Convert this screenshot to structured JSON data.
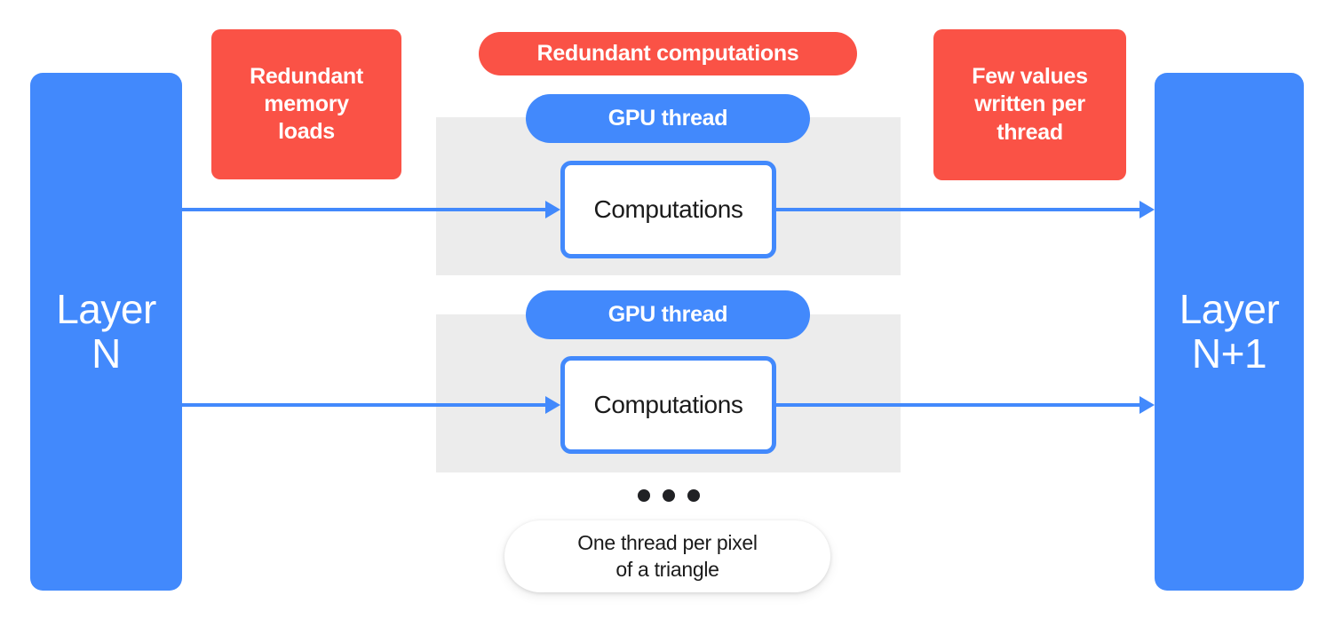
{
  "diagram": {
    "title": "GPU thread redundancy diagram",
    "colors": {
      "blue": "#4289fc",
      "red": "#fa5246",
      "band_gray": "#ececec",
      "text_dark": "#1b1b1b",
      "white": "#ffffff"
    },
    "layers": [
      {
        "id": "layer-n",
        "label": "Layer\nN"
      },
      {
        "id": "layer-np1",
        "label": "Layer\nN+1"
      }
    ],
    "annotations": [
      {
        "id": "red-memory-loads",
        "label": "Redundant\nmemory\nloads",
        "shape": "rounded-box",
        "color": "#fa5246"
      },
      {
        "id": "red-redundant-computations",
        "label": "Redundant computations",
        "shape": "pill",
        "color": "#fa5246"
      },
      {
        "id": "red-few-values",
        "label": "Few values\nwritten per\nthread",
        "shape": "rounded-box",
        "color": "#fa5246"
      }
    ],
    "threads": [
      {
        "pill_label": "GPU thread",
        "box_label": "Computations"
      },
      {
        "pill_label": "GPU thread",
        "box_label": "Computations"
      }
    ],
    "ellipsis": {
      "dot_count": 3
    },
    "caption": {
      "label": "One thread per pixel\nof a triangle"
    }
  }
}
